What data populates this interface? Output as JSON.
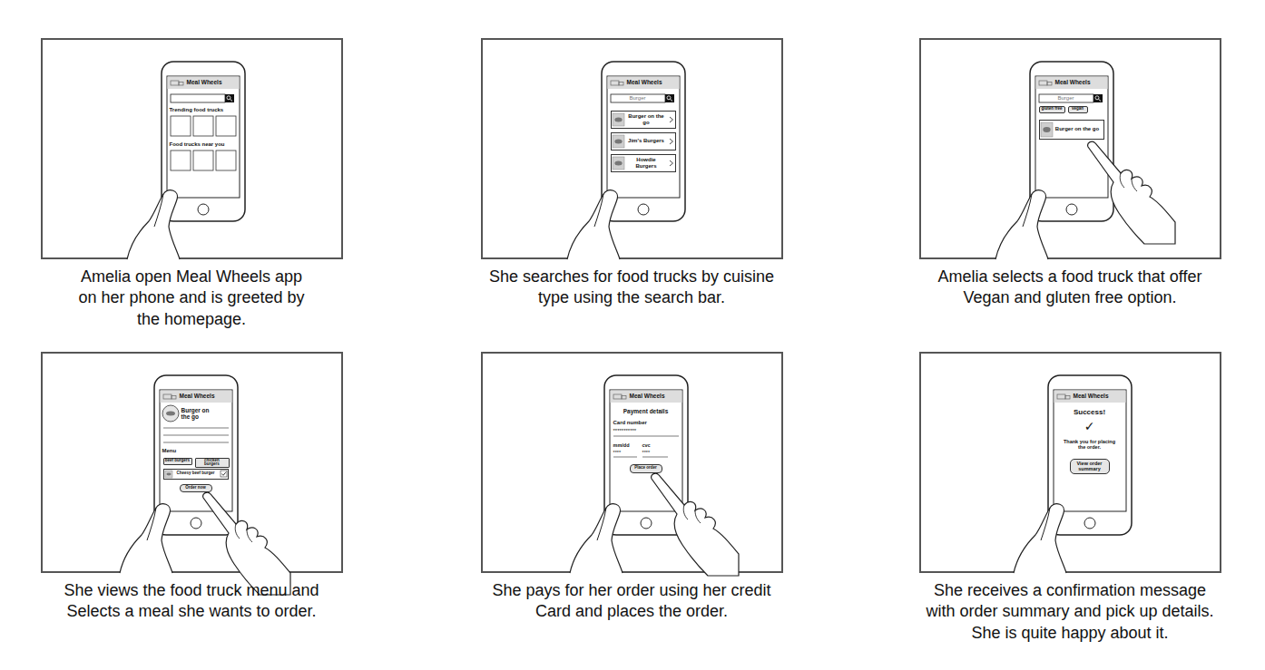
{
  "diagram": {
    "nodes": [
      {
        "text": [
          "Amelia open Meal Wheels app on her phone and is greeted by the homepage."
        ]
      },
      {
        "text": [
          "She searches for food trucks by cuisine type using the search bar."
        ]
      },
      {
        "text": [
          "Burger on the go"
        ],
        "in": 1
      },
      {
        "text": [
          "Jim's Burgers"
        ],
        "in": 1
      },
      {
        "text": [
          "Howdie Burgers"
        ],
        "in": 1
      },
      {
        "text": [
          "Amelia selects a food truck that offer Vegan and gluten free option."
        ]
      },
      {
        "text": [
          "gluten free"
        ],
        "in": 5
      },
      {
        "text": [
          "vegan"
        ],
        "in": 5
      },
      {
        "text": [
          "Burger on the go"
        ],
        "in": 5
      },
      {
        "text": [
          "She views the food truck menu and Selects a meal she wants to order."
        ]
      },
      {
        "text": [
          "beef burgers"
        ],
        "in": 9
      },
      {
        "text": [
          "chicken burgers"
        ],
        "in": 9
      },
      {
        "text": [
          "Cheesy beef burger"
        ],
        "in": 9
      },
      {
        "text": [
          "Order now"
        ],
        "in": 9
      },
      {
        "text": [
          "She pays for her order using her credit Card and places the order."
        ]
      },
      {
        "text": [
          "Place order"
        ],
        "in": 14
      },
      {
        "text": [
          "She receives a confirmation message with order summary and pick up details. She is quite happy about it."
        ]
      },
      {
        "text": [
          "View order summary"
        ],
        "in": 16
      }
    ],
    "labels": [
      "Meal Wheels",
      "Trending food trucks",
      "Food trucks near you",
      "Meal Wheels",
      "Burger",
      "Meal Wheels",
      "Burger",
      "Meal Wheels",
      "Burger on the go",
      "Menu",
      "Meal Wheels",
      "Payment details",
      "Card number",
      "***********",
      "mm/dd",
      "cvc",
      "****",
      "****",
      "Meal Wheels",
      "Success!",
      "✓",
      "Thank you for placing the order."
    ]
  }
}
